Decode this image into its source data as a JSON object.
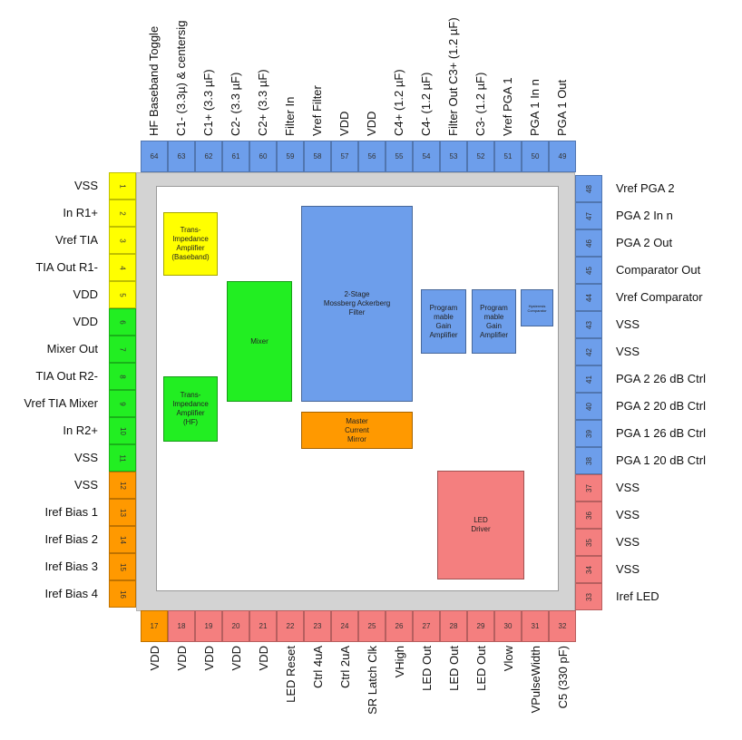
{
  "colors": {
    "yellow": "#ffff00",
    "green": "#22ee22",
    "blue": "#6d9eeb",
    "orange": "#ff9900",
    "red": "#f47f7f"
  },
  "pins_left": [
    {
      "num": "1",
      "label": "VSS",
      "color": "yellow"
    },
    {
      "num": "2",
      "label": "In R1+",
      "color": "yellow"
    },
    {
      "num": "3",
      "label": "Vref TIA",
      "color": "yellow"
    },
    {
      "num": "4",
      "label": "TIA Out R1-",
      "color": "yellow"
    },
    {
      "num": "5",
      "label": "VDD",
      "color": "yellow"
    },
    {
      "num": "6",
      "label": "VDD",
      "color": "green"
    },
    {
      "num": "7",
      "label": "Mixer Out",
      "color": "green"
    },
    {
      "num": "8",
      "label": "TIA Out R2-",
      "color": "green"
    },
    {
      "num": "9",
      "label": "Vref TIA Mixer",
      "color": "green"
    },
    {
      "num": "10",
      "label": "In R2+",
      "color": "green"
    },
    {
      "num": "11",
      "label": "VSS",
      "color": "green"
    },
    {
      "num": "12",
      "label": "VSS",
      "color": "orange"
    },
    {
      "num": "13",
      "label": "Iref Bias 1",
      "color": "orange"
    },
    {
      "num": "14",
      "label": "Iref Bias 2",
      "color": "orange"
    },
    {
      "num": "15",
      "label": "Iref Bias 3",
      "color": "orange"
    },
    {
      "num": "16",
      "label": "Iref Bias 4",
      "color": "orange"
    }
  ],
  "pins_bottom": [
    {
      "num": "17",
      "label": "VDD",
      "color": "orange"
    },
    {
      "num": "18",
      "label": "VDD",
      "color": "red"
    },
    {
      "num": "19",
      "label": "VDD",
      "color": "red"
    },
    {
      "num": "20",
      "label": "VDD",
      "color": "red"
    },
    {
      "num": "21",
      "label": "VDD",
      "color": "red"
    },
    {
      "num": "22",
      "label": "LED Reset",
      "color": "red"
    },
    {
      "num": "23",
      "label": "Ctrl 4uA",
      "color": "red"
    },
    {
      "num": "24",
      "label": "Ctrl 2uA",
      "color": "red"
    },
    {
      "num": "25",
      "label": "SR Latch Clk",
      "color": "red"
    },
    {
      "num": "26",
      "label": "VHigh",
      "color": "red"
    },
    {
      "num": "27",
      "label": "LED Out",
      "color": "red"
    },
    {
      "num": "28",
      "label": "LED Out",
      "color": "red"
    },
    {
      "num": "29",
      "label": "LED Out",
      "color": "red"
    },
    {
      "num": "30",
      "label": "Vlow",
      "color": "red"
    },
    {
      "num": "31",
      "label": "VPulseWidth",
      "color": "red"
    },
    {
      "num": "32",
      "label": "C5 (330 pF)",
      "color": "red"
    }
  ],
  "pins_right": [
    {
      "num": "48",
      "label": "Vref PGA 2",
      "color": "blue"
    },
    {
      "num": "47",
      "label": "PGA 2 In n",
      "color": "blue"
    },
    {
      "num": "46",
      "label": "PGA 2 Out",
      "color": "blue"
    },
    {
      "num": "45",
      "label": "Comparator Out",
      "color": "blue"
    },
    {
      "num": "44",
      "label": "Vref Comparator",
      "color": "blue"
    },
    {
      "num": "43",
      "label": "VSS",
      "color": "blue"
    },
    {
      "num": "42",
      "label": "VSS",
      "color": "blue"
    },
    {
      "num": "41",
      "label": "PGA 2 26 dB Ctrl",
      "color": "blue"
    },
    {
      "num": "40",
      "label": "PGA 2 20 dB Ctrl",
      "color": "blue"
    },
    {
      "num": "39",
      "label": "PGA 1 26 dB Ctrl",
      "color": "blue"
    },
    {
      "num": "38",
      "label": "PGA 1 20 dB Ctrl",
      "color": "blue"
    },
    {
      "num": "37",
      "label": "VSS",
      "color": "red"
    },
    {
      "num": "36",
      "label": "VSS",
      "color": "red"
    },
    {
      "num": "35",
      "label": "VSS",
      "color": "red"
    },
    {
      "num": "34",
      "label": "VSS",
      "color": "red"
    },
    {
      "num": "33",
      "label": "Iref LED",
      "color": "red"
    }
  ],
  "pins_top": [
    {
      "num": "64",
      "label": "HF Baseband Toggle",
      "color": "blue"
    },
    {
      "num": "63",
      "label": "C1- (3.3µ) & centersig",
      "color": "blue"
    },
    {
      "num": "62",
      "label": "C1+ (3.3 µF)",
      "color": "blue"
    },
    {
      "num": "61",
      "label": "C2- (3.3 µF)",
      "color": "blue"
    },
    {
      "num": "60",
      "label": "C2+ (3.3 µF)",
      "color": "blue"
    },
    {
      "num": "59",
      "label": "Filter In",
      "color": "blue"
    },
    {
      "num": "58",
      "label": "Vref Filter",
      "color": "blue"
    },
    {
      "num": "57",
      "label": "VDD",
      "color": "blue"
    },
    {
      "num": "56",
      "label": "VDD",
      "color": "blue"
    },
    {
      "num": "55",
      "label": "C4+ (1.2 µF)",
      "color": "blue"
    },
    {
      "num": "54",
      "label": "C4- (1.2 µF)",
      "color": "blue"
    },
    {
      "num": "53",
      "label": "Filter Out C3+ (1.2 µF)",
      "color": "blue"
    },
    {
      "num": "52",
      "label": "C3- (1.2 µF)",
      "color": "blue"
    },
    {
      "num": "51",
      "label": "Vref PGA 1",
      "color": "blue"
    },
    {
      "num": "50",
      "label": "PGA 1 In n",
      "color": "blue"
    },
    {
      "num": "49",
      "label": "PGA 1 Out",
      "color": "blue"
    }
  ],
  "blocks": {
    "tia_baseband": {
      "text": "Trans-\nImpedance\nAmplifier\n(Baseband)",
      "color": "yellow"
    },
    "tia_hf": {
      "text": "Trans-\nImpedance\nAmplifier\n(HF)",
      "color": "green"
    },
    "mixer": {
      "text": "Mixer",
      "color": "green"
    },
    "filter": {
      "text": "2-Stage\nMossberg Ackerberg\nFilter",
      "color": "blue"
    },
    "current_mirror": {
      "text": "Master\nCurrent\nMirror",
      "color": "orange"
    },
    "pga1": {
      "text": "Program\nmable\nGain\nAmplifier",
      "color": "blue"
    },
    "pga2": {
      "text": "Program\nmable\nGain\nAmplifier",
      "color": "blue"
    },
    "comparator": {
      "text": "Hysteresis\nComparator",
      "color": "blue"
    },
    "led_driver": {
      "text": "LED\nDriver",
      "color": "red"
    }
  }
}
